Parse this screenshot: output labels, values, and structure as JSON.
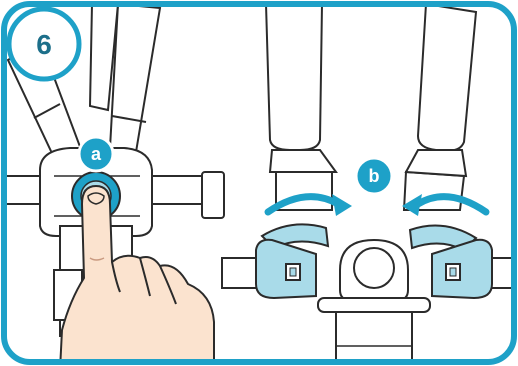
{
  "step": {
    "number": "6"
  },
  "callouts": {
    "a": "a",
    "b": "b"
  },
  "colors": {
    "frame": "#1ea1c8",
    "accent": "#1ea1c8",
    "part_fill": "#a9dbe9",
    "part_stroke": "#3d6d80",
    "step_text": "#1c6f8a",
    "skin": "#fbe3cf",
    "outline": "#2b2b2b"
  },
  "icons": [
    "pointing-finger-icon",
    "rotate-arrow-icon"
  ]
}
